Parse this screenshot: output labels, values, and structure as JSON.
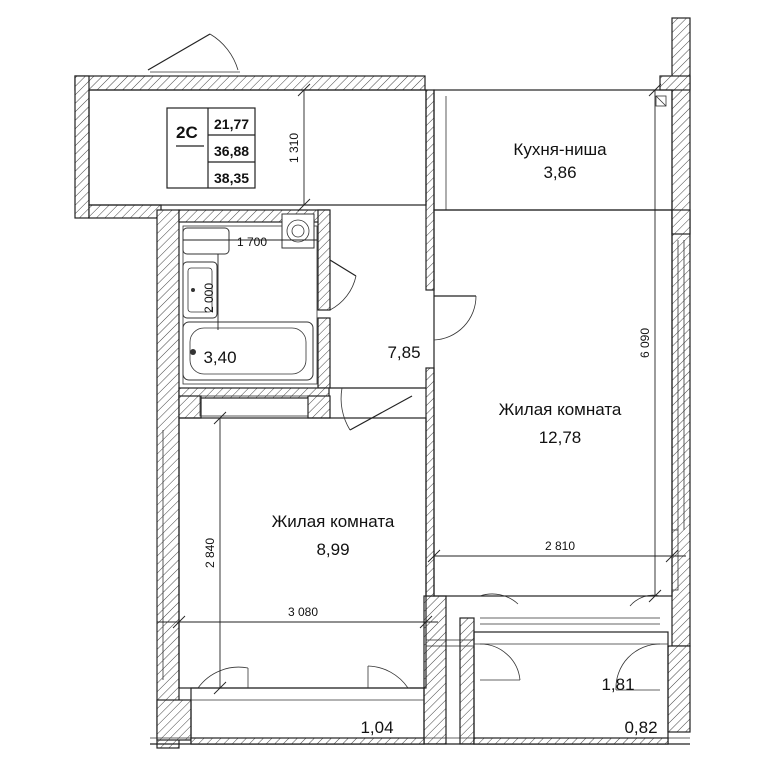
{
  "apartment": {
    "type_code": "2С",
    "areas": [
      "21,77",
      "36,88",
      "38,35"
    ]
  },
  "rooms": {
    "kitchen": {
      "name": "Кухня-ниша",
      "area": "3,86"
    },
    "living_1": {
      "name": "Жилая комната",
      "area": "12,78"
    },
    "living_2": {
      "name": "Жилая комната",
      "area": "8,99"
    },
    "hall": {
      "area": "7,85"
    },
    "bathroom": {
      "area": "3,40"
    },
    "balcony_1": {
      "area": "1,04"
    },
    "balcony_2": {
      "area": "1,81"
    },
    "balcony_3": {
      "area": "0,82"
    }
  },
  "dimensions": {
    "hall_height": "1 310",
    "bath_width": "1 700",
    "bath_height": "2 000",
    "living_2_height": "2 840",
    "living_2_width": "3 080",
    "living_1_width": "2 810",
    "living_1_height": "6 090"
  }
}
